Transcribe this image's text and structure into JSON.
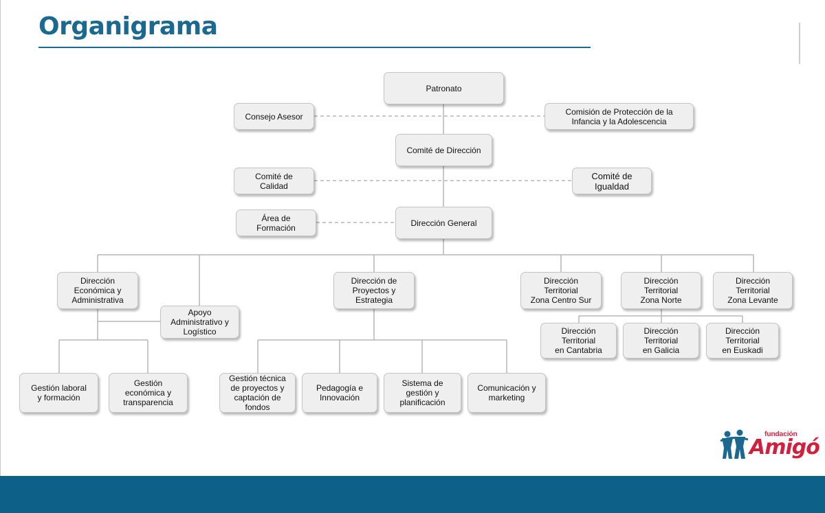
{
  "title": "Organigrama",
  "nodes": {
    "patronato": "Patronato",
    "consejo_asesor": "Consejo Asesor",
    "comision": "Comisión de Protección de la\nInfancia y la Adolescencia",
    "comite_direccion": "Comité de Dirección",
    "comite_calidad": "Comité de\nCalidad",
    "comite_igualdad": "Comité de\nIgualdad",
    "area_formacion": "Área de\nFormación",
    "direccion_general": "Dirección General",
    "dir_economica": "Dirección\nEconómica y\nAdministrativa",
    "apoyo": "Apoyo\nAdministrativo y\nLogístico",
    "dir_proyectos": "Dirección de\nProyectos y\nEstrategia",
    "dt_centro_sur": "Dirección\nTerritorial\nZona Centro Sur",
    "dt_norte": "Dirección\nTerritorial\nZona Norte",
    "dt_levante": "Dirección\nTerritorial\nZona Levante",
    "dt_cantabria": "Dirección\nTerritorial\nen Cantabria",
    "dt_galicia": "Dirección\nTerritorial\nen Galicia",
    "dt_euskadi": "Dirección\nTerritorial\nen Euskadi",
    "gestion_laboral": "Gestión laboral\ny formación",
    "gestion_economica": "Gestión\neconómica y\ntransparencia",
    "gestion_tecnica": "Gestión técnica\nde proyectos y\ncaptación de\nfondos",
    "pedagogia": "Pedagogía e\nInnovación",
    "sistema_gestion": "Sistema de\ngestión y\nplanificación",
    "comunicacion": "Comunicación y\nmarketing"
  },
  "logo": {
    "small_text": "fundación",
    "brand_text": "Amigó",
    "colors": {
      "figures": "#1b6990",
      "text": "#d31f3c"
    }
  },
  "colors": {
    "title": "#1b6990",
    "footer": "#0d6087",
    "node_fill": "#efefef",
    "line": "#b5b5b5"
  }
}
